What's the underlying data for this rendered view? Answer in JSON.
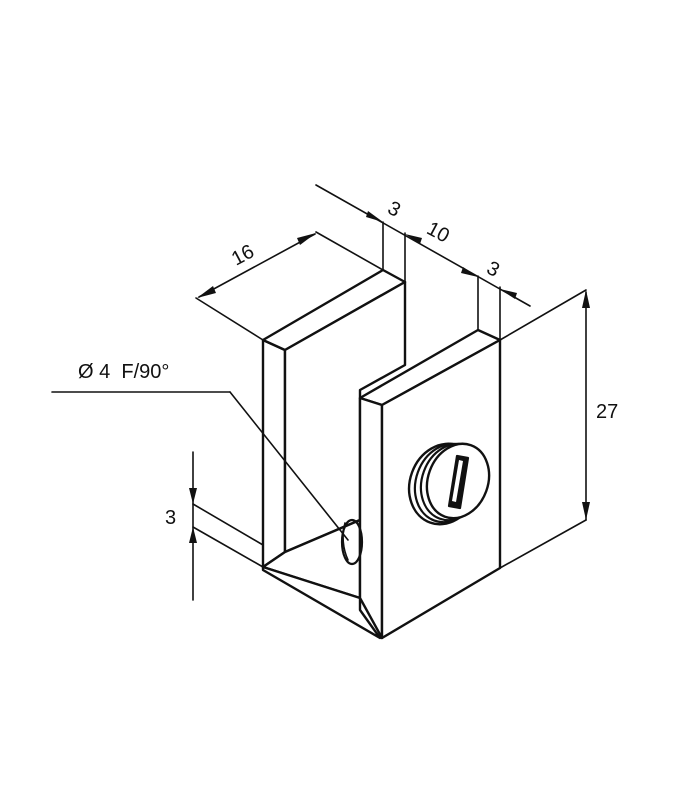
{
  "drawing": {
    "callout": "Ø 4  F/90°",
    "dimensions": {
      "length": "16",
      "wall_left": "3",
      "gap": "10",
      "wall_right": "3",
      "height": "27",
      "base": "3"
    }
  }
}
